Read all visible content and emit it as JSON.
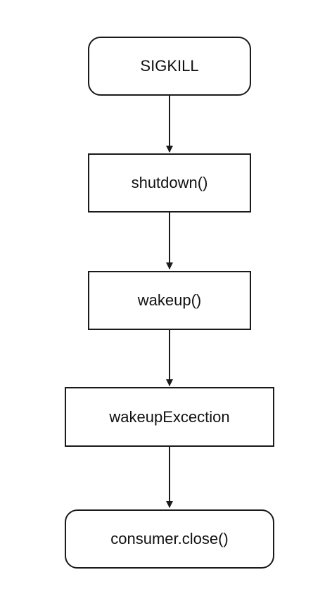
{
  "diagram": {
    "type": "flowchart",
    "nodes": [
      {
        "id": "sigkill",
        "label": "SIGKILL",
        "shape": "rounded"
      },
      {
        "id": "shutdown",
        "label": "shutdown()",
        "shape": "rect"
      },
      {
        "id": "wakeup",
        "label": "wakeup()",
        "shape": "rect"
      },
      {
        "id": "wakeup-exception",
        "label": "wakeupExcection",
        "shape": "rect"
      },
      {
        "id": "consumer-close",
        "label": "consumer.close()",
        "shape": "rounded"
      }
    ],
    "edges": [
      {
        "from": "sigkill",
        "to": "shutdown"
      },
      {
        "from": "shutdown",
        "to": "wakeup"
      },
      {
        "from": "wakeup",
        "to": "wakeup-exception"
      },
      {
        "from": "wakeup-exception",
        "to": "consumer-close"
      }
    ],
    "colors": {
      "stroke": "#1a1a1a",
      "fill": "#ffffff",
      "text": "#111111"
    }
  }
}
